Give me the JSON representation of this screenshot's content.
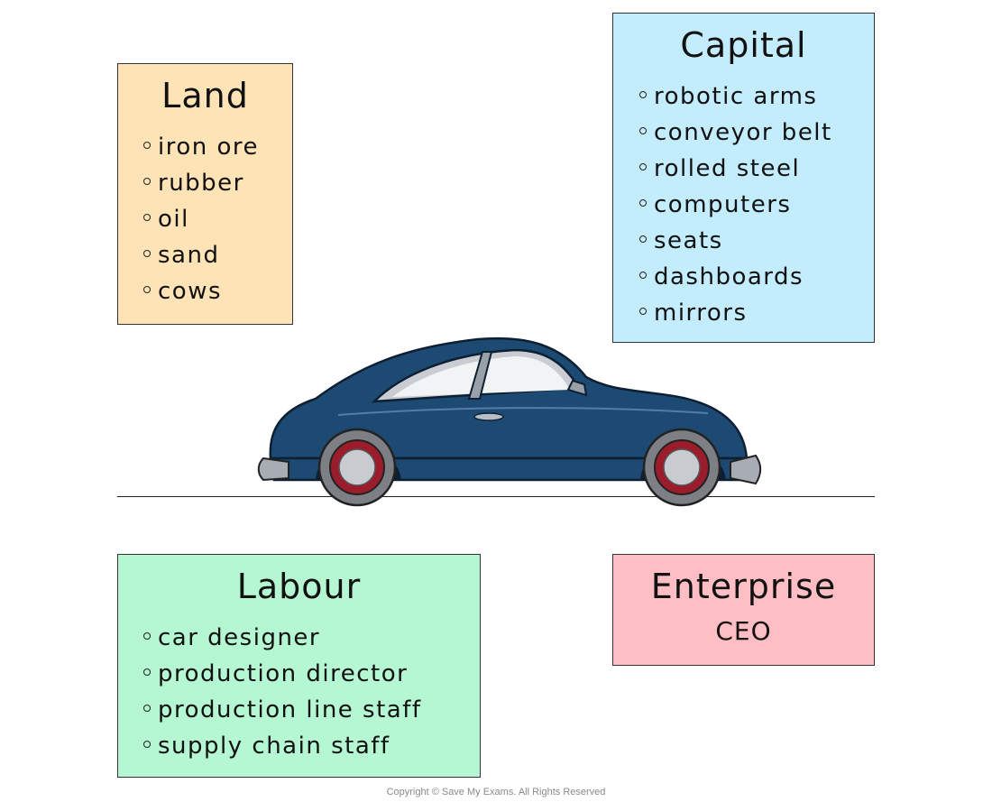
{
  "land": {
    "title": "Land",
    "items": [
      "iron ore",
      "rubber",
      "oil",
      "sand",
      "cows"
    ],
    "color": "#fde3b6"
  },
  "capital": {
    "title": "Capital",
    "items": [
      "robotic arms",
      "conveyor belt",
      "rolled steel",
      "computers",
      "seats",
      "dashboards",
      "mirrors"
    ],
    "color": "#c3ecfd"
  },
  "labour": {
    "title": "Labour",
    "items": [
      "car designer",
      "production director",
      "production line staff",
      "supply chain staff"
    ],
    "color": "#b4f7d2"
  },
  "enterprise": {
    "title": "Enterprise",
    "subtitle": "CEO",
    "color": "#ffbec4"
  },
  "car": {
    "icon": "car-icon",
    "body_color": "#1d4a72"
  },
  "footer": {
    "copyright": "Copyright © Save My Exams. All Rights Reserved"
  }
}
